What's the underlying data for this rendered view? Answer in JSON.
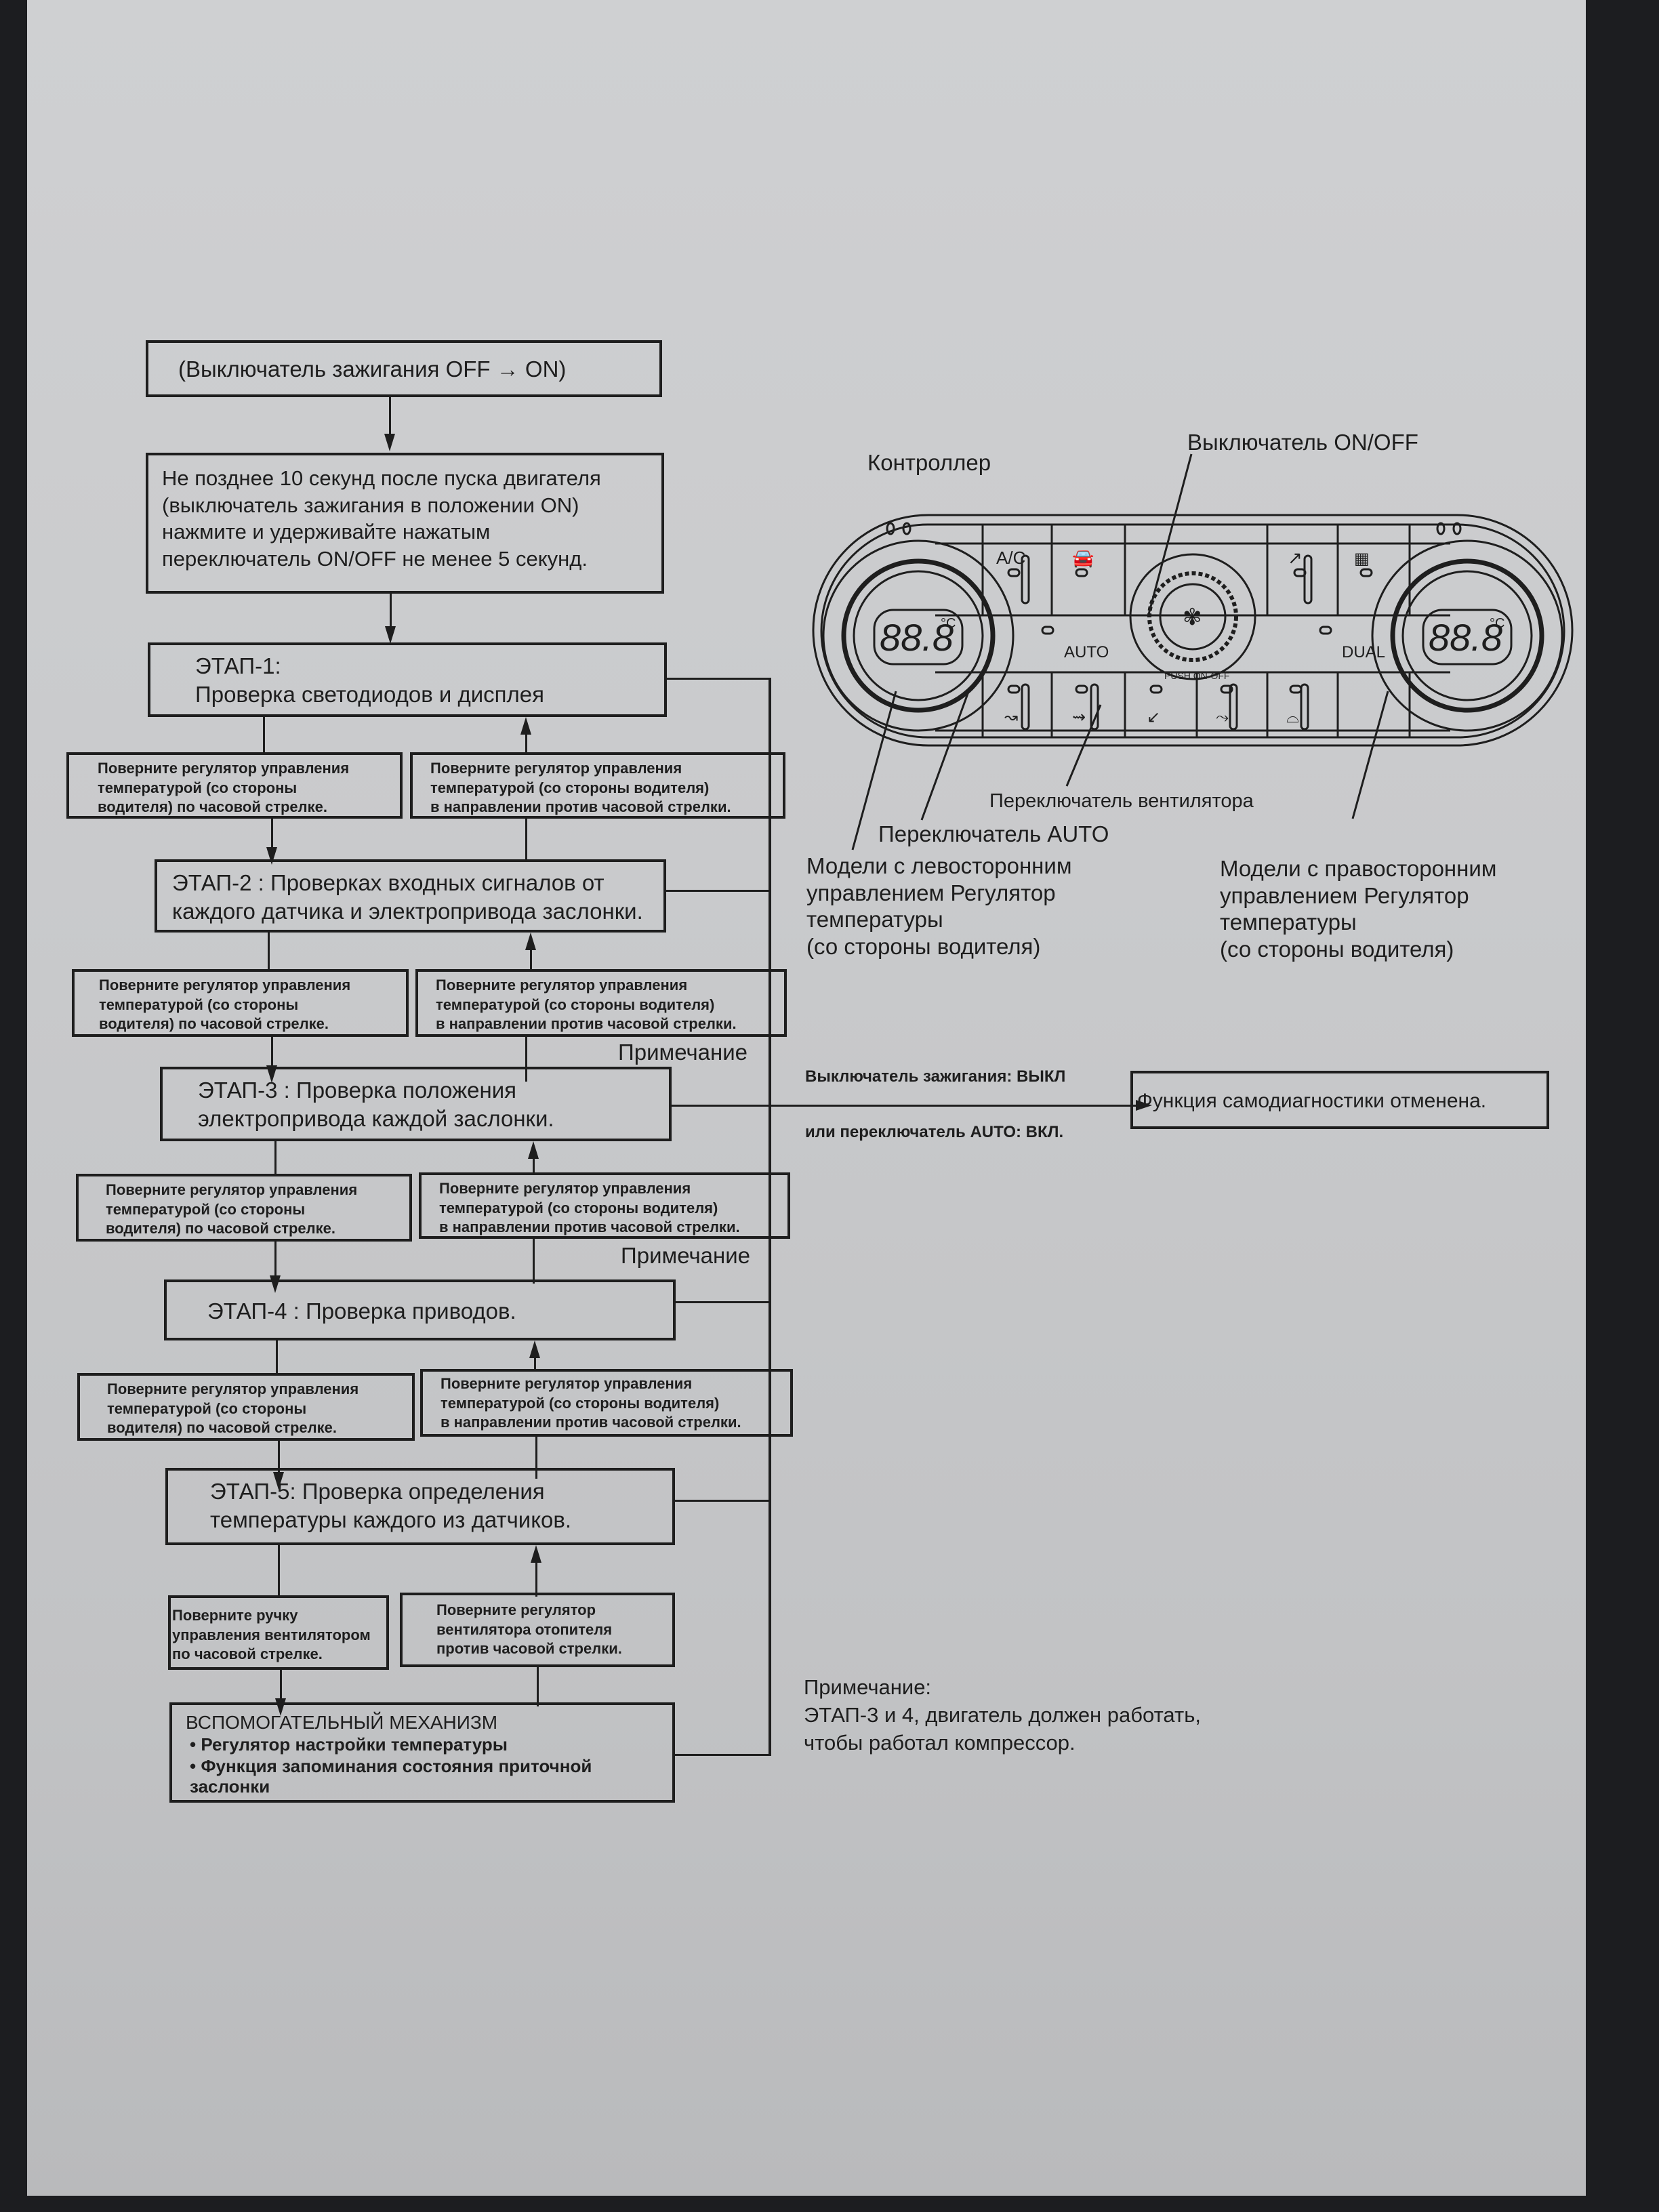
{
  "flowchart": {
    "start": "(Выключатель зажигания OFF → ON)",
    "instruction": "Не позднее 10 секунд после пуска двигателя\n(выключатель зажигания в положении ON)\nнажмите и удерживайте нажатым\nпереключатель ON/OFF не менее 5 секунд.",
    "stages": [
      {
        "id": "stage-1",
        "label": "ЭТАП-1:\nПроверка светодиодов и дисплея"
      },
      {
        "id": "stage-2",
        "label": "ЭТАП-2 : Проверках входных сигналов от\nкаждого датчика и электропривода заслонки."
      },
      {
        "id": "stage-3",
        "label": "ЭТАП-3 : Проверка положения\nэлектропривода каждой заслонки."
      },
      {
        "id": "stage-4",
        "label": "ЭТАП-4 : Проверка приводов."
      },
      {
        "id": "stage-5",
        "label": "ЭТАП-5: Проверка определения\nтемпературы каждого из датчиков."
      }
    ],
    "turn_clockwise": "Поверните регулятор управления\nтемпературой (со стороны\nводителя) по часовой стрелке.",
    "turn_counterclockwise": "Поверните регулятор управления\nтемпературой (со стороны водителя)\nв направлении против часовой стрелки.",
    "fan_clockwise": "Поверните ручку\nуправления вентилятором\nпо часовой стрелке.",
    "fan_counterclockwise": "Поверните регулятор\nвентилятора отопителя\nпротив часовой стрелки.",
    "note_label": "Примечание",
    "aux": {
      "title": "ВСПОМОГАТЕЛЬНЫЙ МЕХАНИЗМ",
      "items": [
        "• Регулятор настройки температуры",
        "• Функция запоминания состояния приточной\n   заслонки"
      ]
    },
    "cancel": {
      "condition_1": "Выключатель зажигания: ВЫКЛ",
      "condition_2": "или переключатель AUTO: ВКЛ.",
      "result": "Функция самодиагностики отменена."
    },
    "footnote": "Примечание:\nЭТАП-3 и 4, двигатель должен работать,\nчтобы работал компрессор."
  },
  "controller": {
    "title": "Контроллер",
    "callouts": {
      "on_off": "Выключатель ON/OFF",
      "fan": "Переключатель вентилятора",
      "auto": "Переключатель AUTO",
      "lhd": "Модели с левосторонним\nуправлением Регулятор\nтемпературы\n(со стороны водителя)",
      "rhd": "Модели с правосторонним\nуправлением Регулятор\nтемпературы\n(со стороны водителя)"
    },
    "panel": {
      "display_left": "88.8",
      "display_right": "88.8",
      "unit": "°C",
      "ac": "A/C",
      "auto": "AUTO",
      "dual": "DUAL",
      "knob_text": "PUSH ON·OFF"
    }
  }
}
